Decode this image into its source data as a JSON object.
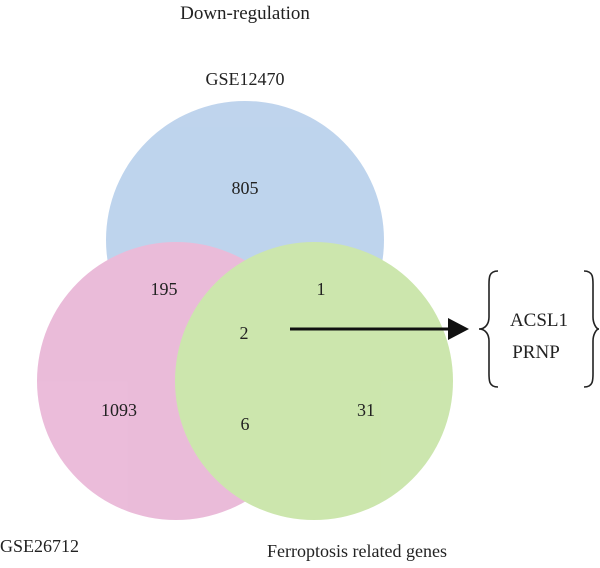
{
  "title": "Down-regulation",
  "sets": [
    {
      "id": "A",
      "name": "GSE12470",
      "color": "#adc8e8"
    },
    {
      "id": "B",
      "name": "GSE26712",
      "color": "#e5a9cf"
    },
    {
      "id": "C",
      "name": "Ferroptosis related genes",
      "color": "#bedf97"
    }
  ],
  "regions": {
    "A_only": "805",
    "B_only": "1093",
    "C_only": "31",
    "AB": "195",
    "AC": "1",
    "BC": "6",
    "ABC": "2"
  },
  "genes": [
    "ACSL1",
    "PRNP"
  ]
}
